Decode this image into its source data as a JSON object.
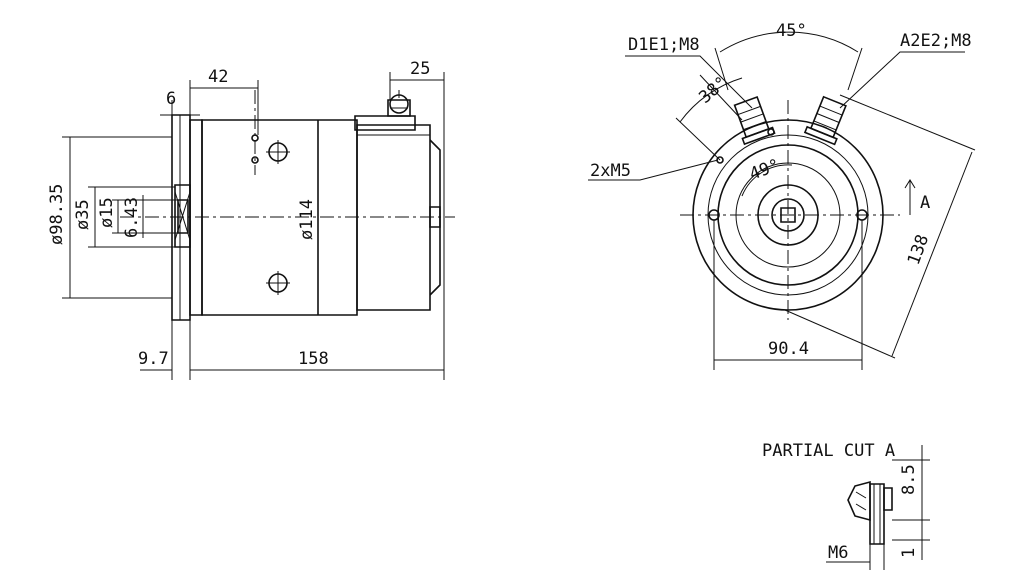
{
  "dimensions": {
    "d42": "42",
    "d25": "25",
    "d6": "6",
    "dia98": "ø98.35",
    "dia35": "ø35",
    "dia15": "ø15",
    "d643": "6.43",
    "dia114": "ø114",
    "d97": "9.7",
    "d158": "158",
    "angle45": "45°",
    "angle38": "38°",
    "angle49": "49°",
    "d904": "90.4",
    "d138": "138",
    "d85": "8.5",
    "d1": "1"
  },
  "labels": {
    "d1e1": "D1E1;M8",
    "a2e2": "A2E2;M8",
    "twoxm5": "2xM5",
    "section_marker": "A",
    "partial_cut": "PARTIAL CUT A",
    "m6": "M6"
  }
}
